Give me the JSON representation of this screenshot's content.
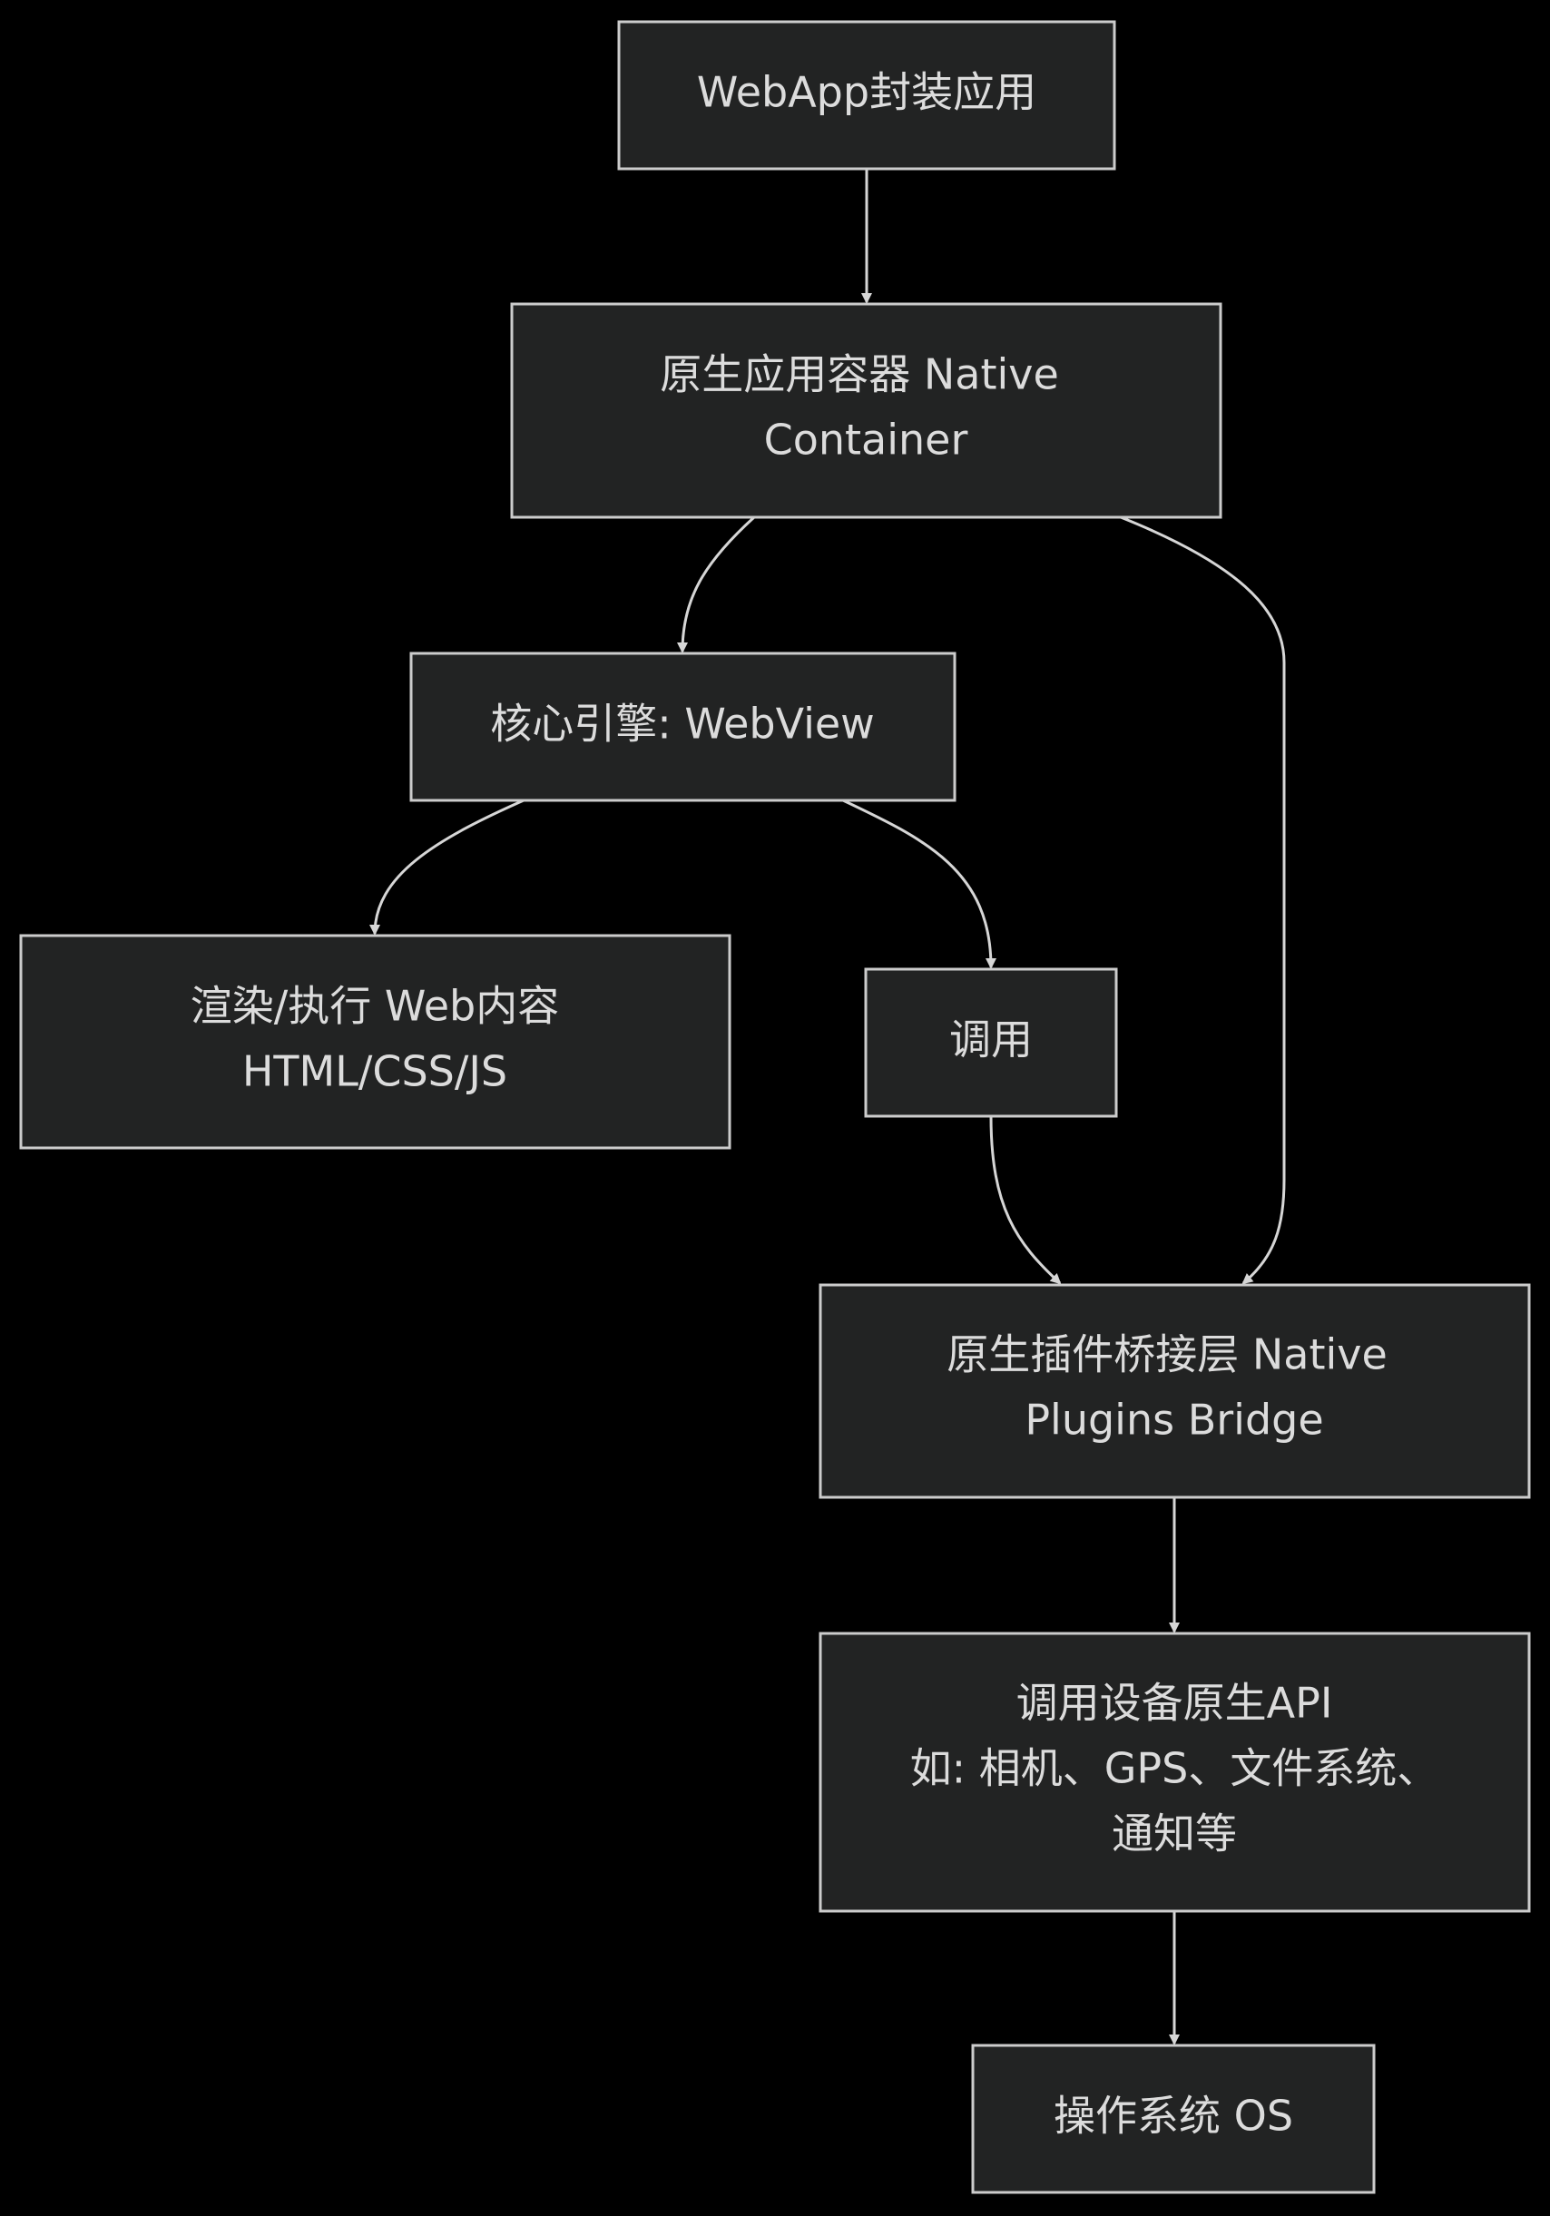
{
  "diagram": {
    "type": "flowchart",
    "direction": "top-down",
    "nodes": [
      {
        "id": "webapp",
        "lines": [
          "WebApp封装应用"
        ]
      },
      {
        "id": "container",
        "lines": [
          "原生应用容器 Native",
          "Container"
        ]
      },
      {
        "id": "webview",
        "lines": [
          "核心引擎: WebView"
        ]
      },
      {
        "id": "render",
        "lines": [
          "渲染/执行 Web内容",
          "HTML/CSS/JS"
        ]
      },
      {
        "id": "invoke",
        "lines": [
          "调用"
        ]
      },
      {
        "id": "bridge",
        "lines": [
          "原生插件桥接层 Native",
          "Plugins Bridge"
        ]
      },
      {
        "id": "api",
        "lines": [
          "调用设备原生API",
          "如: 相机、GPS、文件系统、",
          "通知等"
        ]
      },
      {
        "id": "os",
        "lines": [
          "操作系统 OS"
        ]
      }
    ],
    "edges": [
      {
        "from": "webapp",
        "to": "container"
      },
      {
        "from": "container",
        "to": "webview"
      },
      {
        "from": "container",
        "to": "bridge"
      },
      {
        "from": "webview",
        "to": "render"
      },
      {
        "from": "webview",
        "to": "invoke"
      },
      {
        "from": "invoke",
        "to": "bridge"
      },
      {
        "from": "bridge",
        "to": "api"
      },
      {
        "from": "api",
        "to": "os"
      }
    ],
    "colors": {
      "background": "#000000",
      "node_fill": "#222323",
      "node_stroke": "#cccccc",
      "text": "#dcdcdc",
      "edge": "#d6d6d6"
    }
  }
}
